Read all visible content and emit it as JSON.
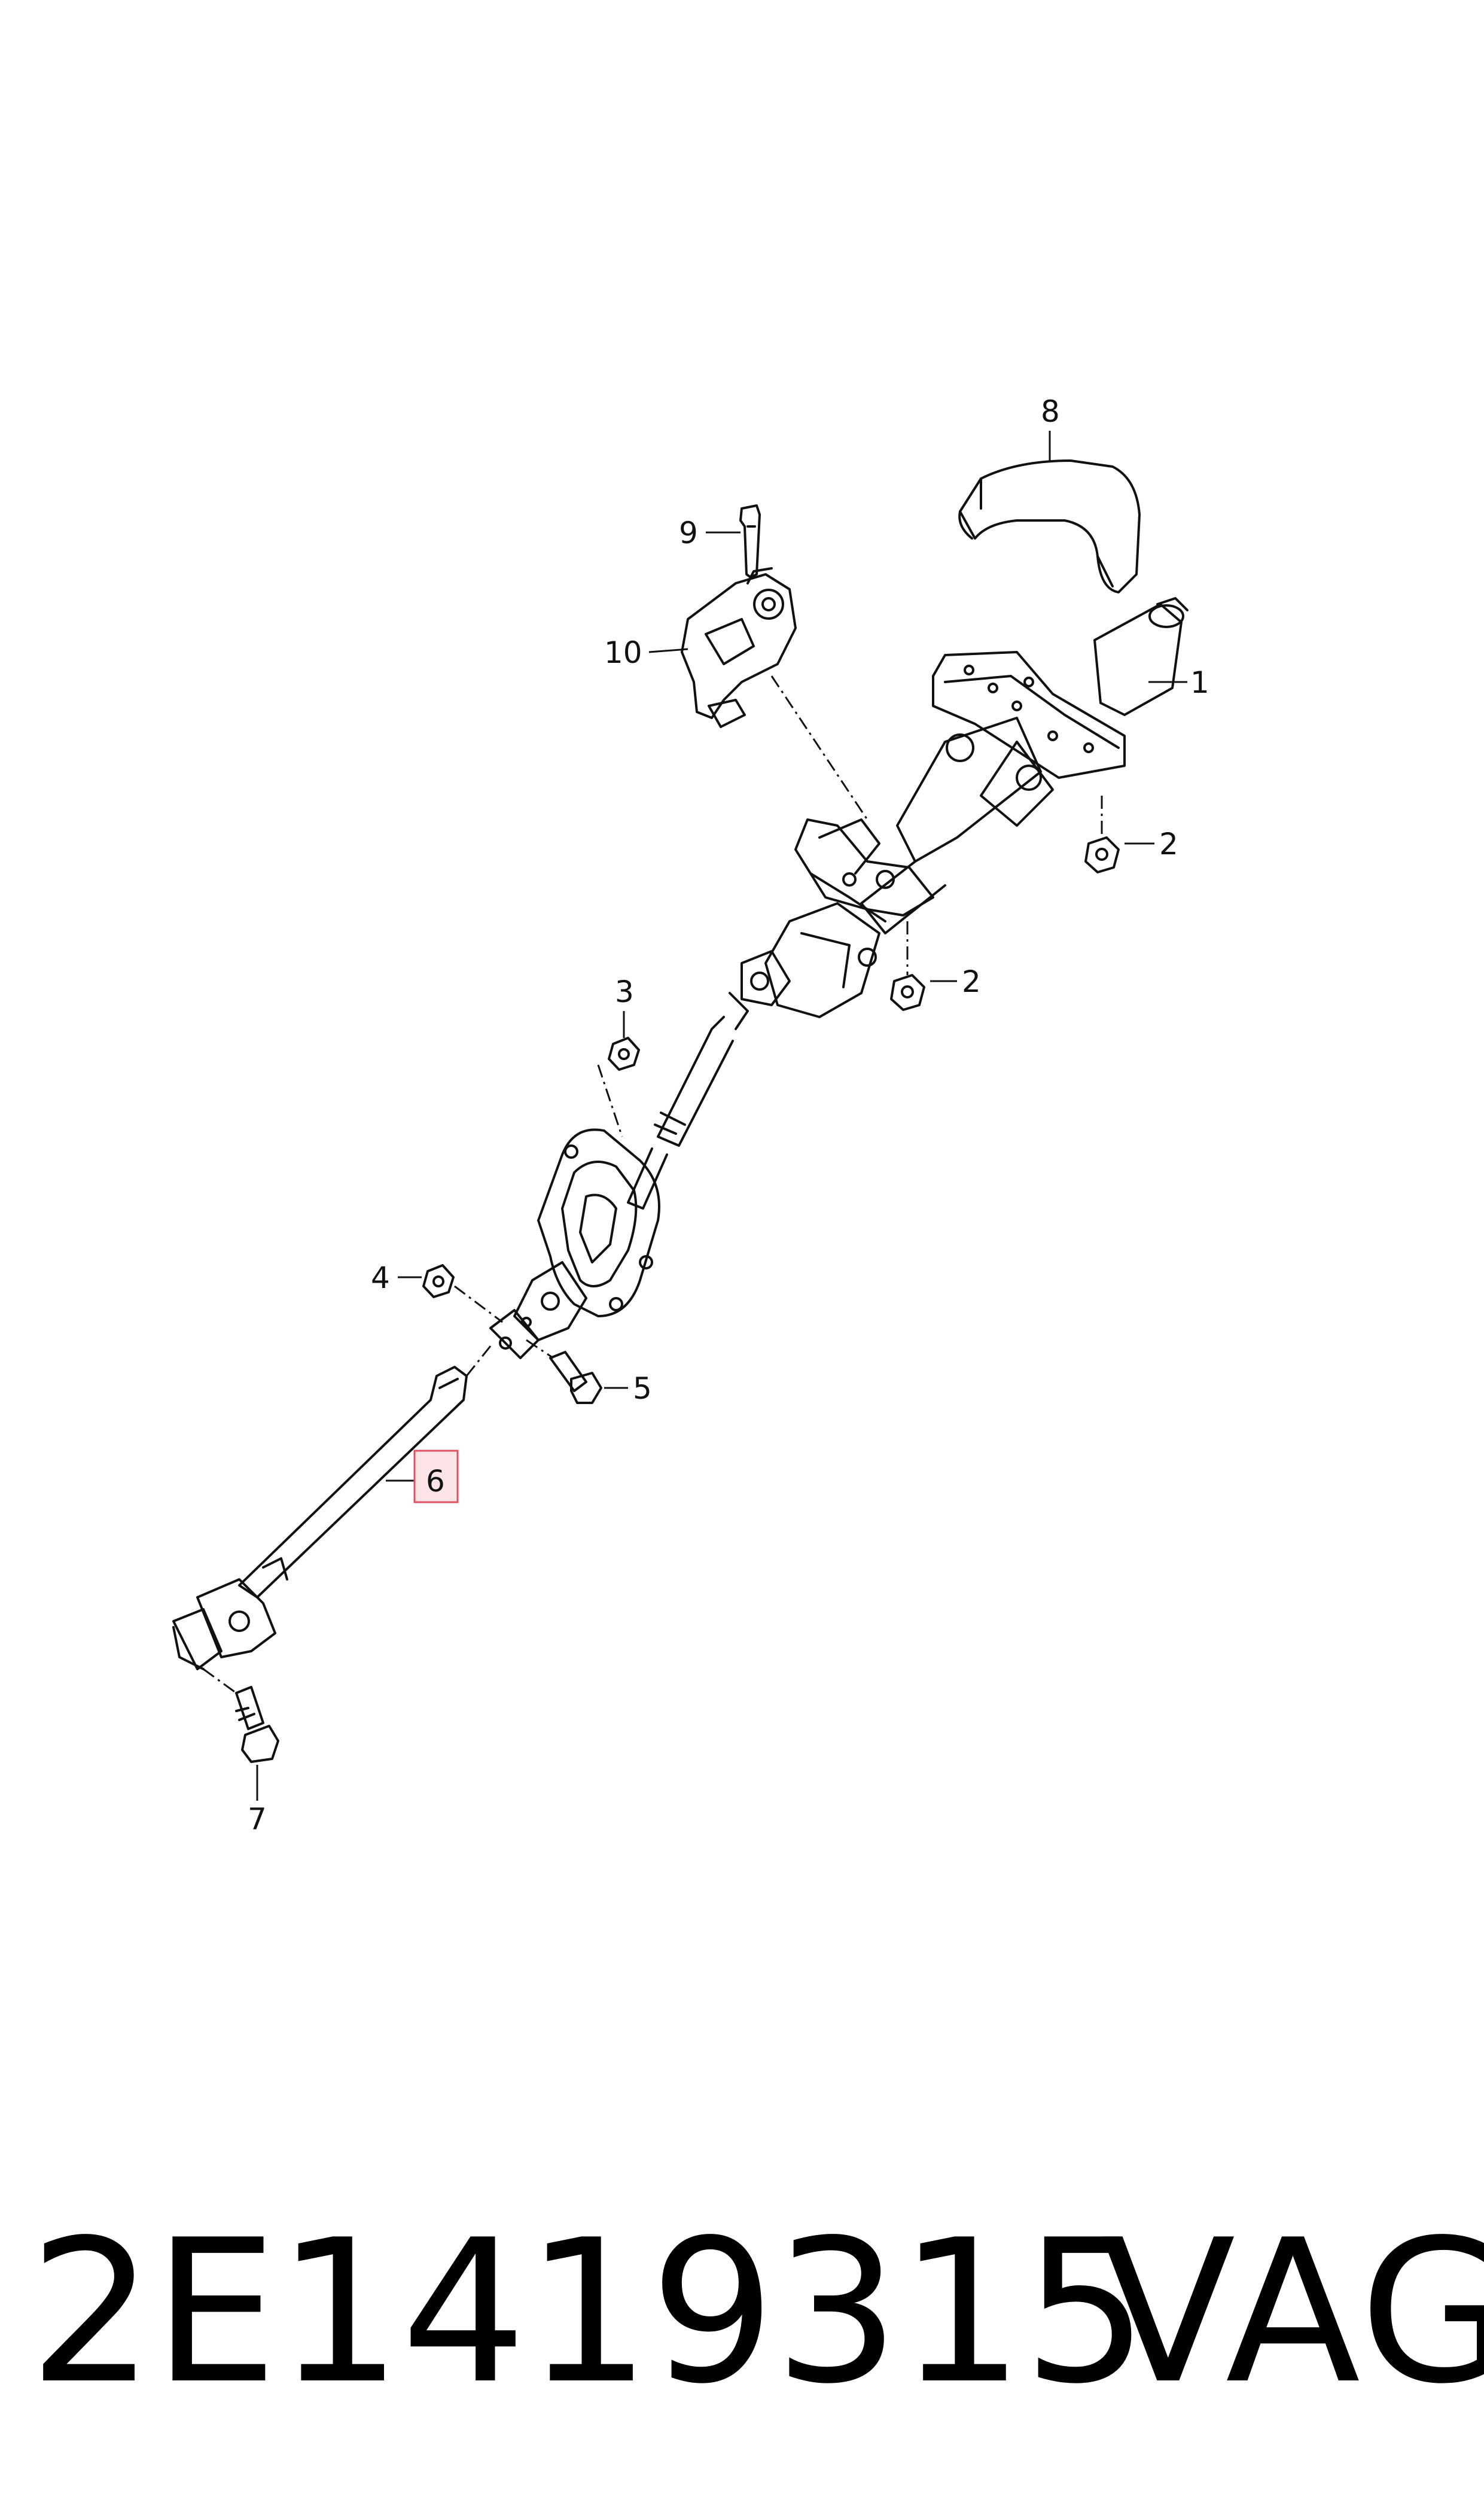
{
  "callouts": [
    {
      "id": "1",
      "label": "1"
    },
    {
      "id": "2a",
      "label": "2"
    },
    {
      "id": "2b",
      "label": "2"
    },
    {
      "id": "3",
      "label": "3"
    },
    {
      "id": "4",
      "label": "4"
    },
    {
      "id": "5",
      "label": "5"
    },
    {
      "id": "6",
      "label": "6",
      "highlighted": true
    },
    {
      "id": "7",
      "label": "7"
    },
    {
      "id": "8",
      "label": "8"
    },
    {
      "id": "9",
      "label": "9"
    },
    {
      "id": "10",
      "label": "10"
    }
  ],
  "footer": {
    "part_number": "2E1419315",
    "brand": "VAG"
  },
  "colors": {
    "line": "#111111",
    "highlight_fill": "#fde4e6",
    "highlight_stroke": "#e05060",
    "background": "#ffffff"
  }
}
